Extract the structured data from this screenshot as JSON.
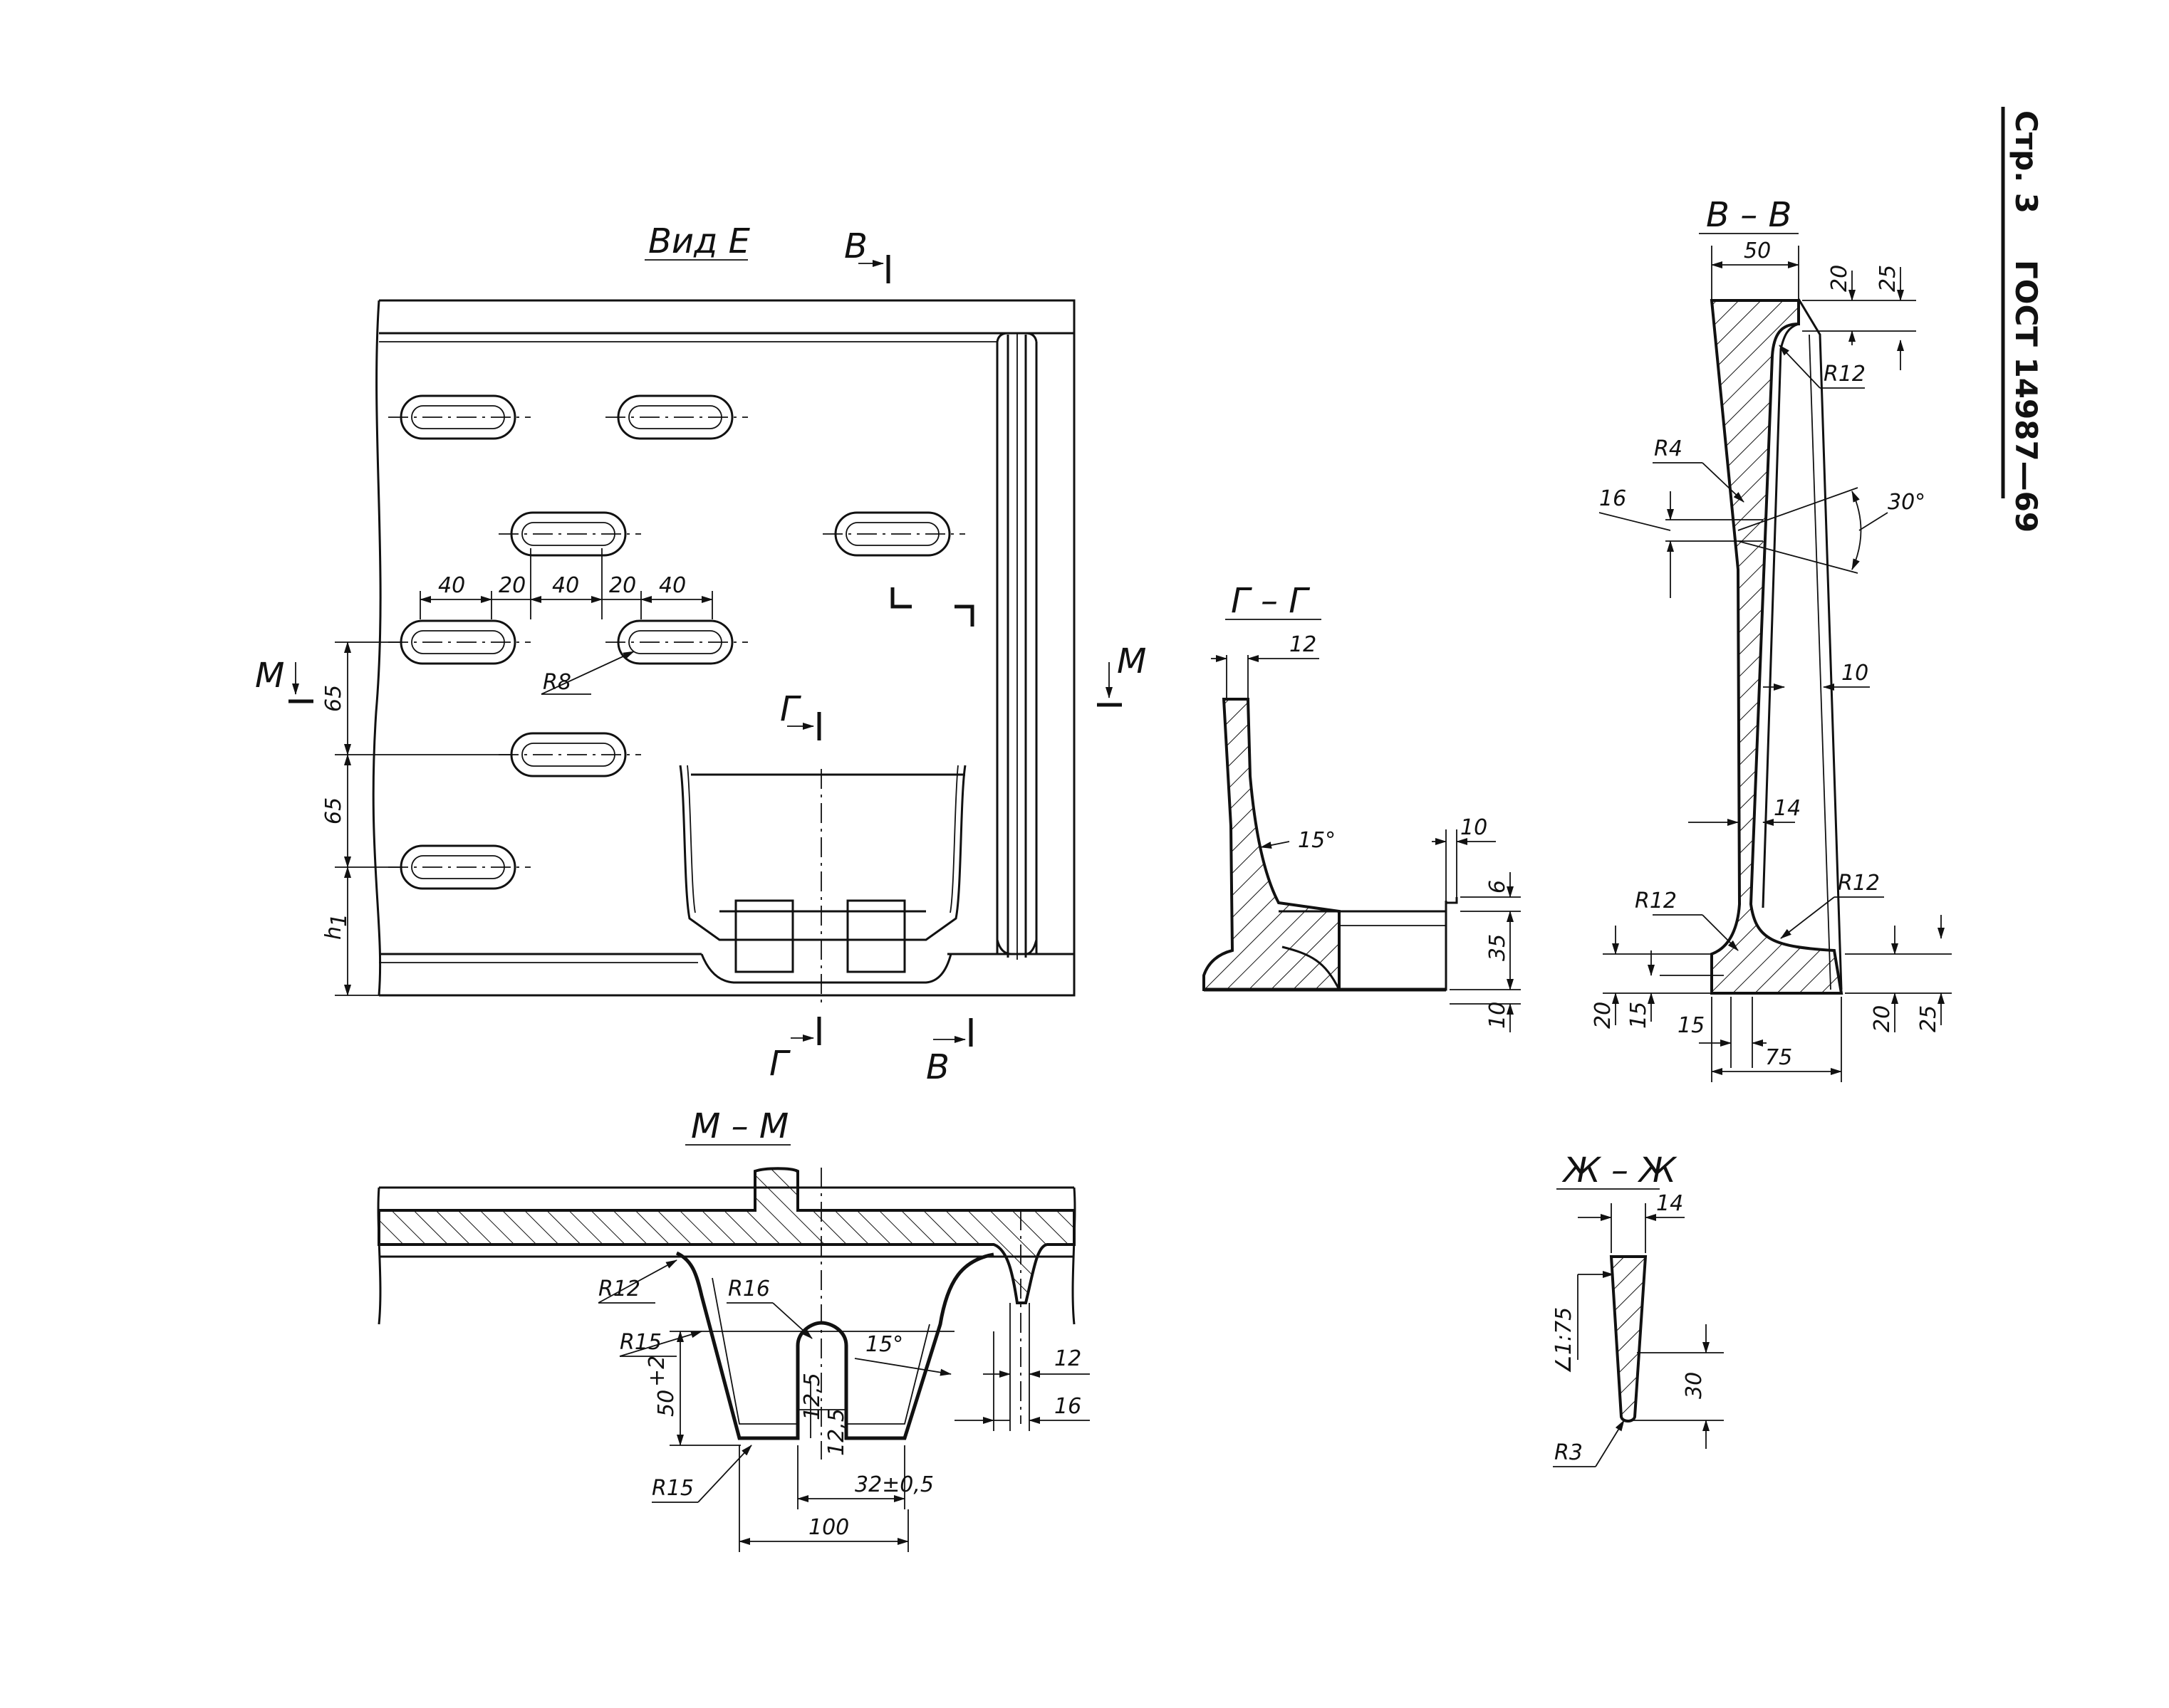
{
  "header": {
    "page": "Стр. 3",
    "standard": "ГОСТ 14987—69"
  },
  "views": {
    "view_e": {
      "title": "Вид Е",
      "section_marks": {
        "v": "В",
        "m": "М",
        "g": "Г"
      },
      "dims": {
        "d40": "40",
        "d20": "20",
        "d65": "65",
        "h1": "h",
        "h1_sub": "1",
        "r8": "R8"
      }
    },
    "section_gg": {
      "title": "Г – Г",
      "dims": {
        "d12": "12",
        "angle": "15°",
        "d10a": "10",
        "d6": "6",
        "d35": "35",
        "d10b": "10"
      }
    },
    "section_vv": {
      "title": "В – В",
      "dims": {
        "d50": "50",
        "d20a": "20",
        "d25a": "25",
        "r12a": "R12",
        "r4": "R4",
        "d16": "16",
        "angle": "30°",
        "d10": "10",
        "d14": "14",
        "r12b": "R12",
        "r12c": "R12",
        "d20b": "20",
        "d15a": "15",
        "d15b": "15",
        "d20c": "20",
        "d25b": "25",
        "d75": "75"
      }
    },
    "section_mm": {
      "title": "М – М",
      "dims": {
        "r12": "R12",
        "r16": "R16",
        "r15a": "R15",
        "angle": "15°",
        "d12": "12",
        "d16": "16",
        "d50": "50",
        "d50_tol": "+2",
        "d125a": "12,5",
        "d125b": "12,5",
        "r15b": "R15",
        "d32": "32±0,5",
        "d100": "100"
      }
    },
    "section_zhzh": {
      "title": "Ж – Ж",
      "dims": {
        "d14": "14",
        "taper": "∠1:75",
        "d30": "30",
        "r3": "R3"
      }
    }
  }
}
